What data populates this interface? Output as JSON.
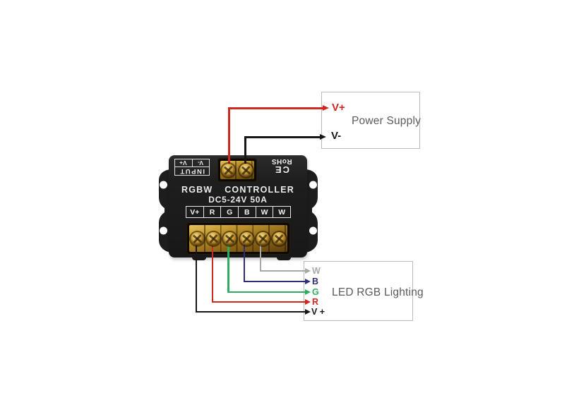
{
  "controller": {
    "input_label": {
      "title": "INPUT",
      "terminals": [
        "V+",
        "V-"
      ]
    },
    "certifications": {
      "rohs": "RoHS",
      "ce": "CE"
    },
    "name_left": "RGBW",
    "name_right": "CONTROLLER",
    "spec": "DC5-24V 50A",
    "output_terminals": [
      "V+",
      "R",
      "G",
      "B",
      "W",
      "W"
    ]
  },
  "power_supply": {
    "title": "Power Supply",
    "terminals": [
      {
        "label": "V+",
        "wire_color": "#cf2721"
      },
      {
        "label": "V-",
        "wire_color": "#161616"
      }
    ]
  },
  "led_lighting": {
    "title": "LED RGB Lighting",
    "terminals": [
      {
        "label": "W",
        "wire_color": "#a8a8a8"
      },
      {
        "label": "B",
        "wire_color": "#2d2d78"
      },
      {
        "label": "G",
        "wire_color": "#2eac60"
      },
      {
        "label": "R",
        "wire_color": "#cf2721"
      },
      {
        "label": "V +",
        "wire_color": "#161616"
      }
    ]
  },
  "colors": {
    "controller_body": "#1f1f1f",
    "terminal_block_amber": "#b08023",
    "screw_brass": "#d8ae45",
    "panel_text": "#ececec",
    "box_border": "#bcbcbc",
    "box_title_text": "#5b5b5b"
  }
}
